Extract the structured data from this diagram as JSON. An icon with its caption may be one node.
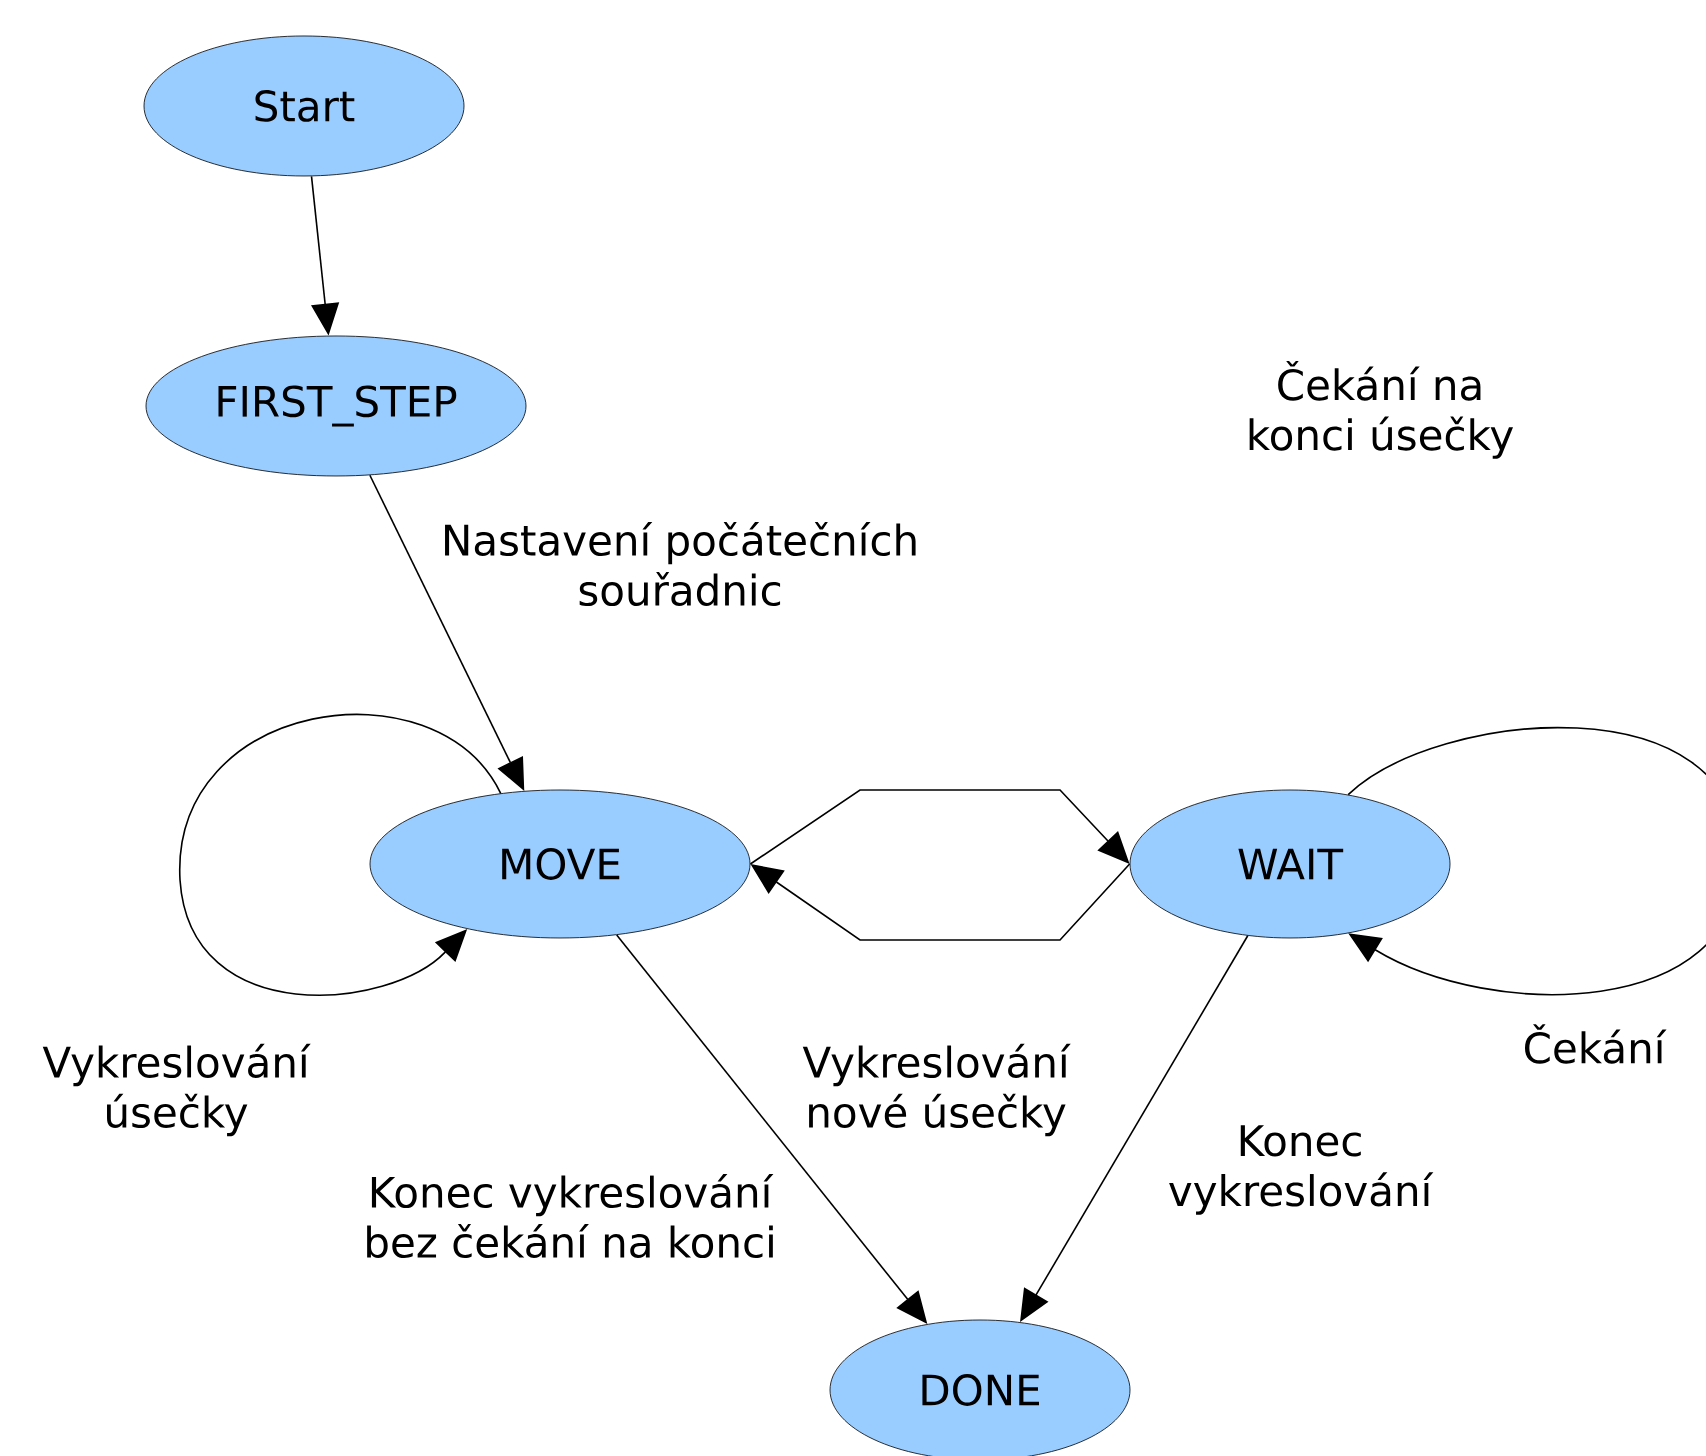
{
  "diagram": {
    "nodes": [
      {
        "text": [
          "Start"
        ]
      },
      {
        "text": [
          "FIRST_STEP"
        ]
      },
      {
        "text": [
          "MOVE"
        ]
      },
      {
        "text": [
          "WAIT"
        ]
      },
      {
        "text": [
          "DONE"
        ]
      }
    ],
    "edges": [
      {
        "from": 0,
        "to": 1,
        "arrow": "to"
      },
      {
        "from": 1,
        "to": 2,
        "arrow": "to",
        "label": "Nastavení počátečních souřadnic"
      },
      {
        "from": 2,
        "to": 2,
        "arrow": "to",
        "label": "Vykreslování úsečky"
      },
      {
        "from": 2,
        "to": 3,
        "arrow": "to"
      },
      {
        "from": 3,
        "to": 2,
        "arrow": "to"
      },
      {
        "from": 3,
        "to": 3,
        "arrow": "to",
        "label": "Čekání"
      },
      {
        "from": 2,
        "to": 4,
        "arrow": "to",
        "label": "Konec vykreslování bez čekání na konci"
      },
      {
        "from": 3,
        "to": 4,
        "arrow": "to",
        "label": "Konec vykreslování"
      }
    ],
    "labels": [
      "Čekání na konci úsečky",
      "Vykreslování nové úsečky"
    ]
  }
}
